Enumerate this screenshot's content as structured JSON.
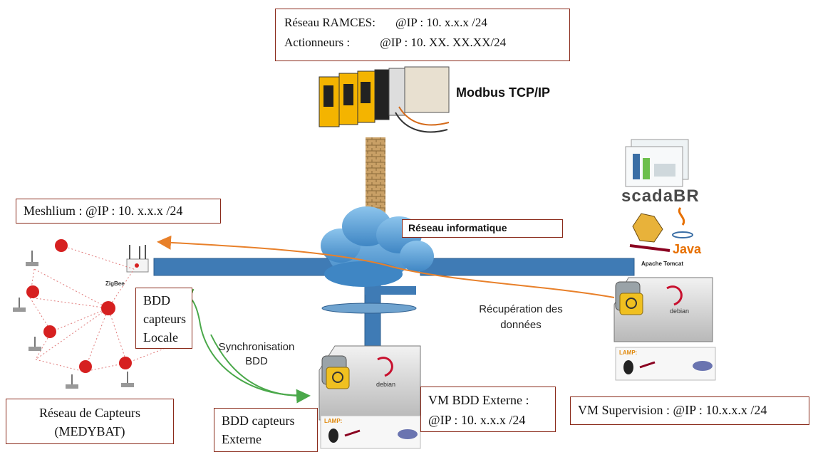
{
  "top_box": {
    "row1_label": "Réseau RAMCES:",
    "row1_value": "@IP : 10. x.x.x /24",
    "row2_label": "Actionneurs :",
    "row2_value": "@IP : 10. XX. XX.XX/24"
  },
  "modbus_label": "Modbus TCP/IP",
  "meshlium_box": "Meshlium : @IP : 10. x.x.x /24",
  "reseau_info_box": "Réseau informatique",
  "zigbee_label": "ZigBee",
  "bdd_local_box": [
    "BDD",
    "capteurs",
    "Locale"
  ],
  "sync_label": [
    "Synchronisation",
    "BDD"
  ],
  "recup_label": [
    "Récupération des",
    "données"
  ],
  "scadabr_logo": "scadaBR",
  "java_logo": "Java",
  "apache_label": "Apache Tomcat",
  "debian_label": "debian",
  "lamp_label": "LAMP:",
  "reseau_capteurs_box": [
    "Réseau de Capteurs",
    "(MEDYBAT)"
  ],
  "bdd_externe_box": [
    "BDD capteurs",
    "Externe"
  ],
  "vm_bdd_box": [
    "VM BDD Externe :",
    "@IP : 10. x.x.x /24"
  ],
  "vm_sup_box": "VM Supervision : @IP : 10.x.x.x /24",
  "colors": {
    "network_bar": "#3f7bb5",
    "box_border": "#8a2a1a",
    "arrow_orange": "#e8802a",
    "arrow_green": "#4aa84a",
    "zigbee_red": "#d62020",
    "cloud": "#5fa4d8"
  }
}
